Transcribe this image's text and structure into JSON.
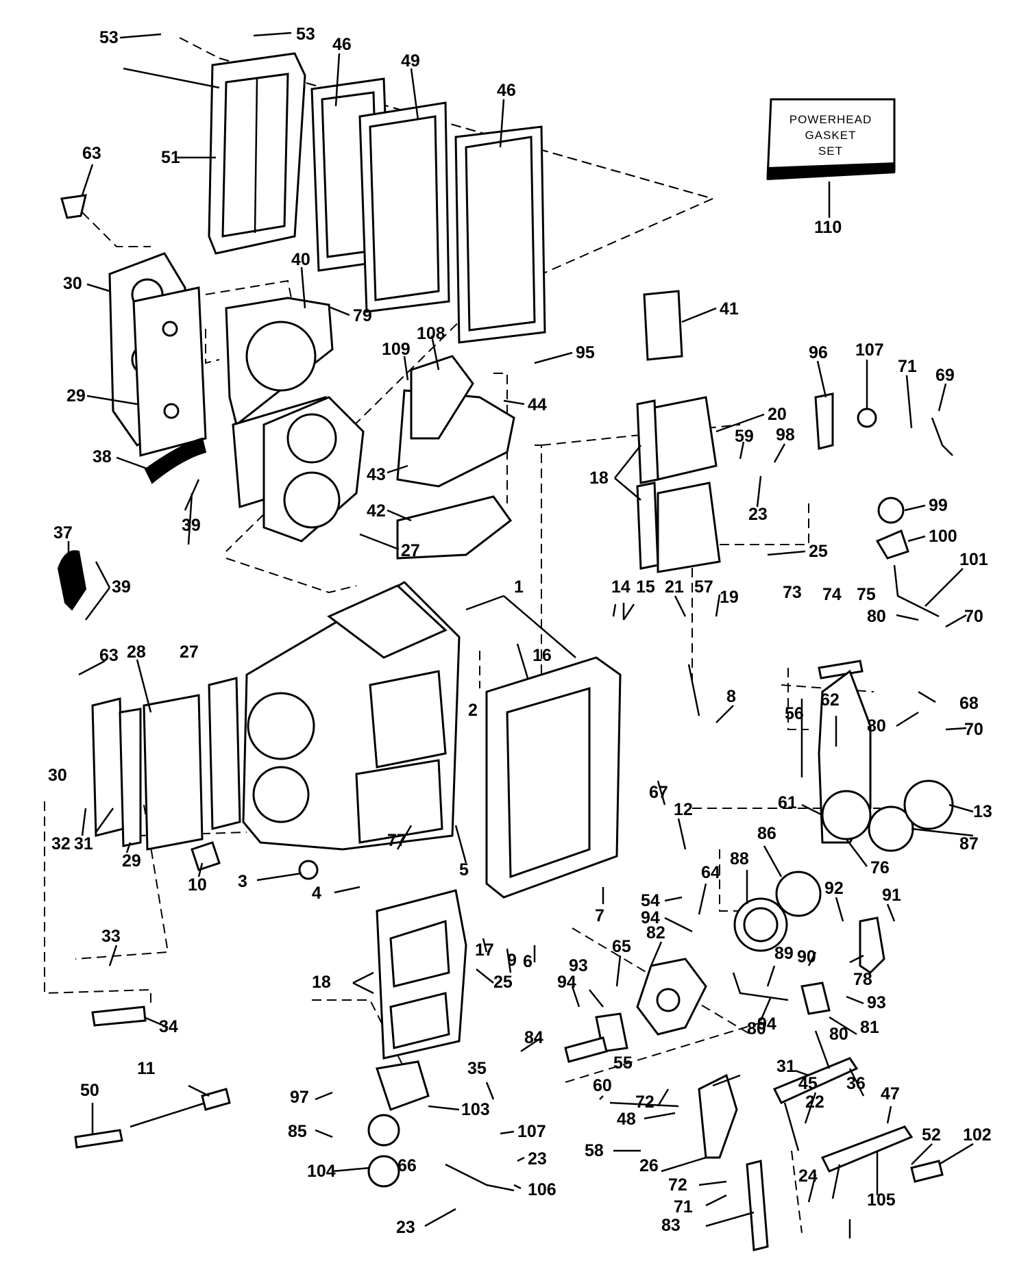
{
  "gasket_set_box": {
    "line1": "POWERHEAD",
    "line2": "GASKET",
    "line3": "SET"
  },
  "callouts": [
    "53",
    "53",
    "46",
    "49",
    "46",
    "51",
    "63",
    "30",
    "40",
    "79",
    "110",
    "29",
    "38",
    "39",
    "41",
    "109",
    "108",
    "95",
    "44",
    "96",
    "107",
    "71",
    "69",
    "20",
    "59",
    "98",
    "18",
    "43",
    "42",
    "27",
    "23",
    "99",
    "100",
    "25",
    "101",
    "37",
    "39",
    "19",
    "73",
    "74",
    "75",
    "14",
    "15",
    "21",
    "57",
    "1",
    "28",
    "27",
    "80",
    "70",
    "16",
    "63",
    "68",
    "2",
    "8",
    "80",
    "70",
    "56",
    "62",
    "67",
    "12",
    "61",
    "13",
    "87",
    "30",
    "86",
    "76",
    "32",
    "31",
    "29",
    "10",
    "3",
    "5",
    "88",
    "64",
    "54",
    "77",
    "4",
    "7",
    "92",
    "91",
    "94",
    "82",
    "90",
    "33",
    "17",
    "9",
    "6",
    "65",
    "89",
    "78",
    "18",
    "93",
    "93",
    "25",
    "94",
    "80",
    "94",
    "81",
    "34",
    "80",
    "84",
    "55",
    "31",
    "35",
    "11",
    "60",
    "45",
    "36",
    "50",
    "72",
    "22",
    "47",
    "97",
    "103",
    "48",
    "85",
    "52",
    "102",
    "58",
    "26",
    "107",
    "104",
    "72",
    "24",
    "23",
    "66",
    "105",
    "71",
    "23",
    "106",
    "83"
  ]
}
